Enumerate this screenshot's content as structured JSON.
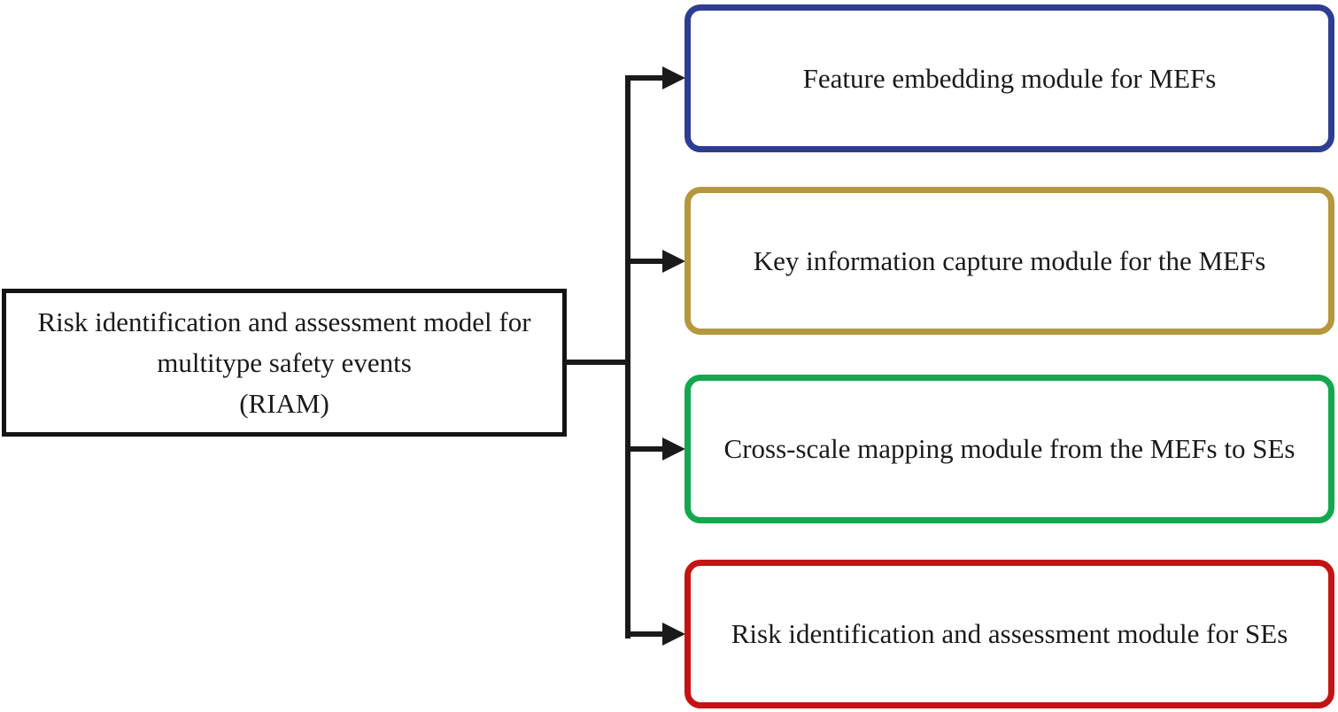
{
  "diagram": {
    "title": "RIAM model architecture diagram",
    "connector_color": "#1a1a1a",
    "root": {
      "label": "Risk identification and assessment model for\nmultitype safety events\n(RIAM)",
      "border_color": "#141414"
    },
    "modules": [
      {
        "label": "Feature embedding module for MEFs",
        "border_color": "#2e3d92"
      },
      {
        "label": "Key information capture module for the MEFs",
        "border_color": "#b5973f"
      },
      {
        "label": "Cross-scale mapping module from the MEFs to SEs",
        "border_color": "#14a84e"
      },
      {
        "label": "Risk identification and assessment module for SEs",
        "border_color": "#c51313"
      }
    ]
  }
}
